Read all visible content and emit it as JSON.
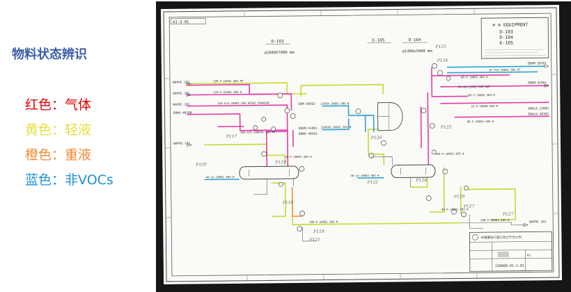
{
  "slide": {
    "title": "物料状态辨识",
    "legend": [
      {
        "label": "红色",
        "sep": "：",
        "meaning": "气体",
        "color": "#e00000"
      },
      {
        "label": "黄色",
        "sep": "：",
        "meaning": "轻液",
        "color": "#e7de3c"
      },
      {
        "label": "橙色",
        "sep": "：",
        "meaning": "重液",
        "color": "#f08a30"
      },
      {
        "label": "蓝色",
        "sep": "：",
        "meaning": "非VOCs",
        "color": "#1f8fd6"
      }
    ]
  },
  "drawing": {
    "line_colors": {
      "gas": "#e63aa8",
      "light_liquid": "#c9d832",
      "heavy_liquid": "#e89a3c",
      "non_voc": "#2aa3d4",
      "ink": "#3a3a3a"
    },
    "equipment_box": {
      "header": "⊕ ⊕ EQUIPMENT",
      "items": [
        "D-103",
        "D-104",
        "E-105"
      ]
    },
    "tags": {
      "d103": "D-103",
      "e105": "E-105",
      "d104": "D-104",
      "d103_size": "ø2600X7000 mm",
      "d104_size": "ø1400x5000 mm",
      "top_left_ref": "A1-3-01"
    },
    "line_labels": {
      "l1": "100-P-10401-3B3-PP",
      "l2": "150-P-10402-3B3-H",
      "l3": "150-FLG-10601-2B4-HFREE DRAWING",
      "l4": "100-FLG-10602A-3B3-PP",
      "l5": "40-LG-10601-3B3-H",
      "l6": "40-LG-10602-3B3-H",
      "l7": "40-P-10602-3B3-H",
      "l8": "300-P-10601-3B3-H",
      "l9": "300-P-10801-3B3-H",
      "l10": "80-P-10801-3B3-H",
      "l11": "15-TLE-10603-3B3-HT",
      "l12": "80-P-10605-3B3-H",
      "l13": "80-P-10602-3B3-H",
      "l14": "80-AG-21002-3B3-HWT",
      "l15": "25-P-10606-3B3-N",
      "l16": "150CW-10601-3B3-N",
      "l17": "150CWS-10601-3B3-N",
      "l18": "300-P-10603-3B3-H",
      "l19": "80-P-10604-3B3-H"
    },
    "offpage": {
      "o1": "NAPHC-101",
      "o2": "NAPHC-101",
      "o3": "NAPHC-101",
      "o4": "ENMX-4010B",
      "o5": "ENM-40502",
      "o6": "NAPHC-101",
      "o7": "ENAM-41001",
      "o8": "ENMX-40502",
      "o9": "ENAM-20101",
      "o10": "ENAM-41001",
      "o11": "ENALG-11001",
      "o12": "ENALG-40301",
      "o13": "NAPHC-101"
    },
    "handwriting": [
      "P117",
      "P120",
      "P119",
      "P116",
      "P118",
      "P121",
      "P125",
      "P124",
      "P123",
      "P122",
      "P126",
      "P128",
      "P129",
      "P127",
      "P127"
    ],
    "title_block": {
      "company": "中国寰球工程公司辽宁分公司",
      "drawing_no": "120008-01-1-01",
      "sheet": "A1"
    }
  }
}
